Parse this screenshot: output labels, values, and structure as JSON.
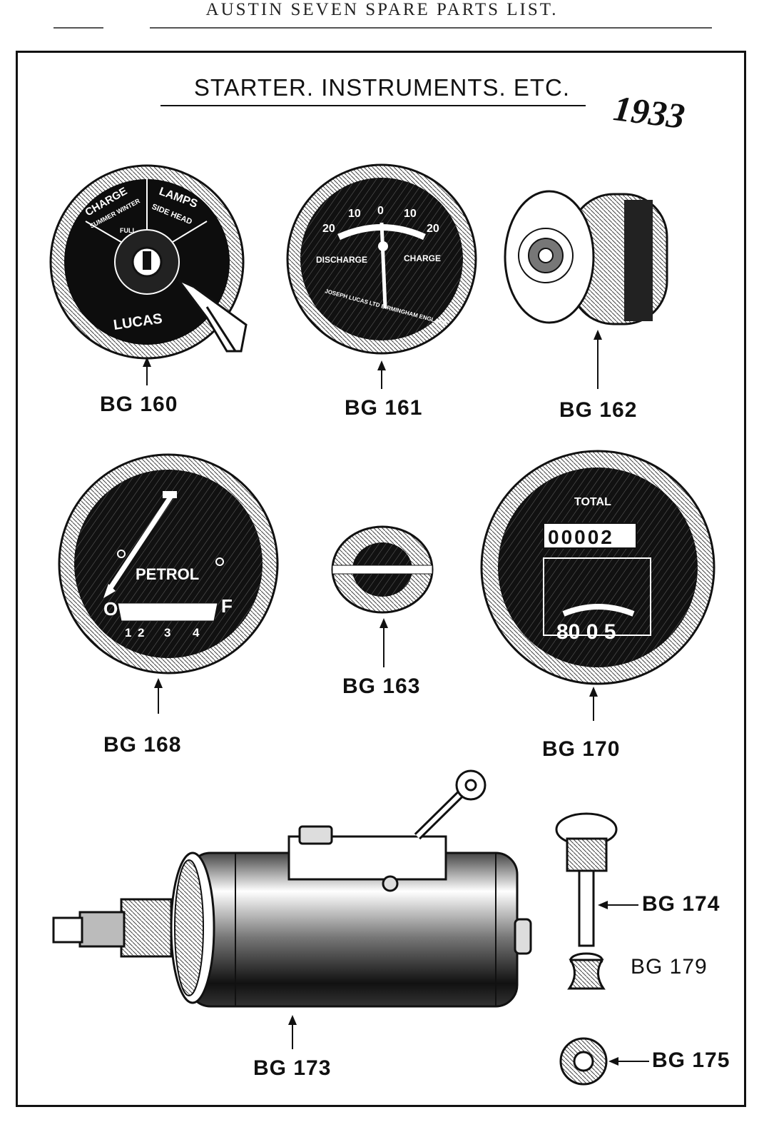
{
  "header": {
    "running_title": "AUSTIN SEVEN SPARE PARTS LIST."
  },
  "plate": {
    "title": "STARTER. INSTRUMENTS. ETC.",
    "year": "1933"
  },
  "dials": {
    "switch": {
      "charge": "CHARGE",
      "charge_sub": "SUMMER WINTER",
      "full": "FULL",
      "lamps": "LAMPS",
      "lamps_sub": "SIDE HEAD",
      "brand": "LUCAS"
    },
    "ammeter": {
      "scale": [
        "20",
        "10",
        "0",
        "10",
        "20"
      ],
      "discharge": "DISCHARGE",
      "charge": "CHARGE",
      "maker": "JOSEPH LUCAS LTD BIRMINGHAM ENGLAND"
    },
    "petrol": {
      "label": "PETROL",
      "empty": "O",
      "full": "F",
      "scale": [
        "1",
        "2",
        "3",
        "4"
      ]
    },
    "speedo": {
      "total": "TOTAL",
      "odometer": "00002",
      "trip": "80 0 5"
    }
  },
  "parts": [
    {
      "code": "BG 160"
    },
    {
      "code": "BG 161"
    },
    {
      "code": "BG 162"
    },
    {
      "code": "BG 168"
    },
    {
      "code": "BG 163"
    },
    {
      "code": "BG 170"
    },
    {
      "code": "BG 174"
    },
    {
      "code": "BG 179"
    },
    {
      "code": "BG 173"
    },
    {
      "code": "BG 175"
    }
  ]
}
